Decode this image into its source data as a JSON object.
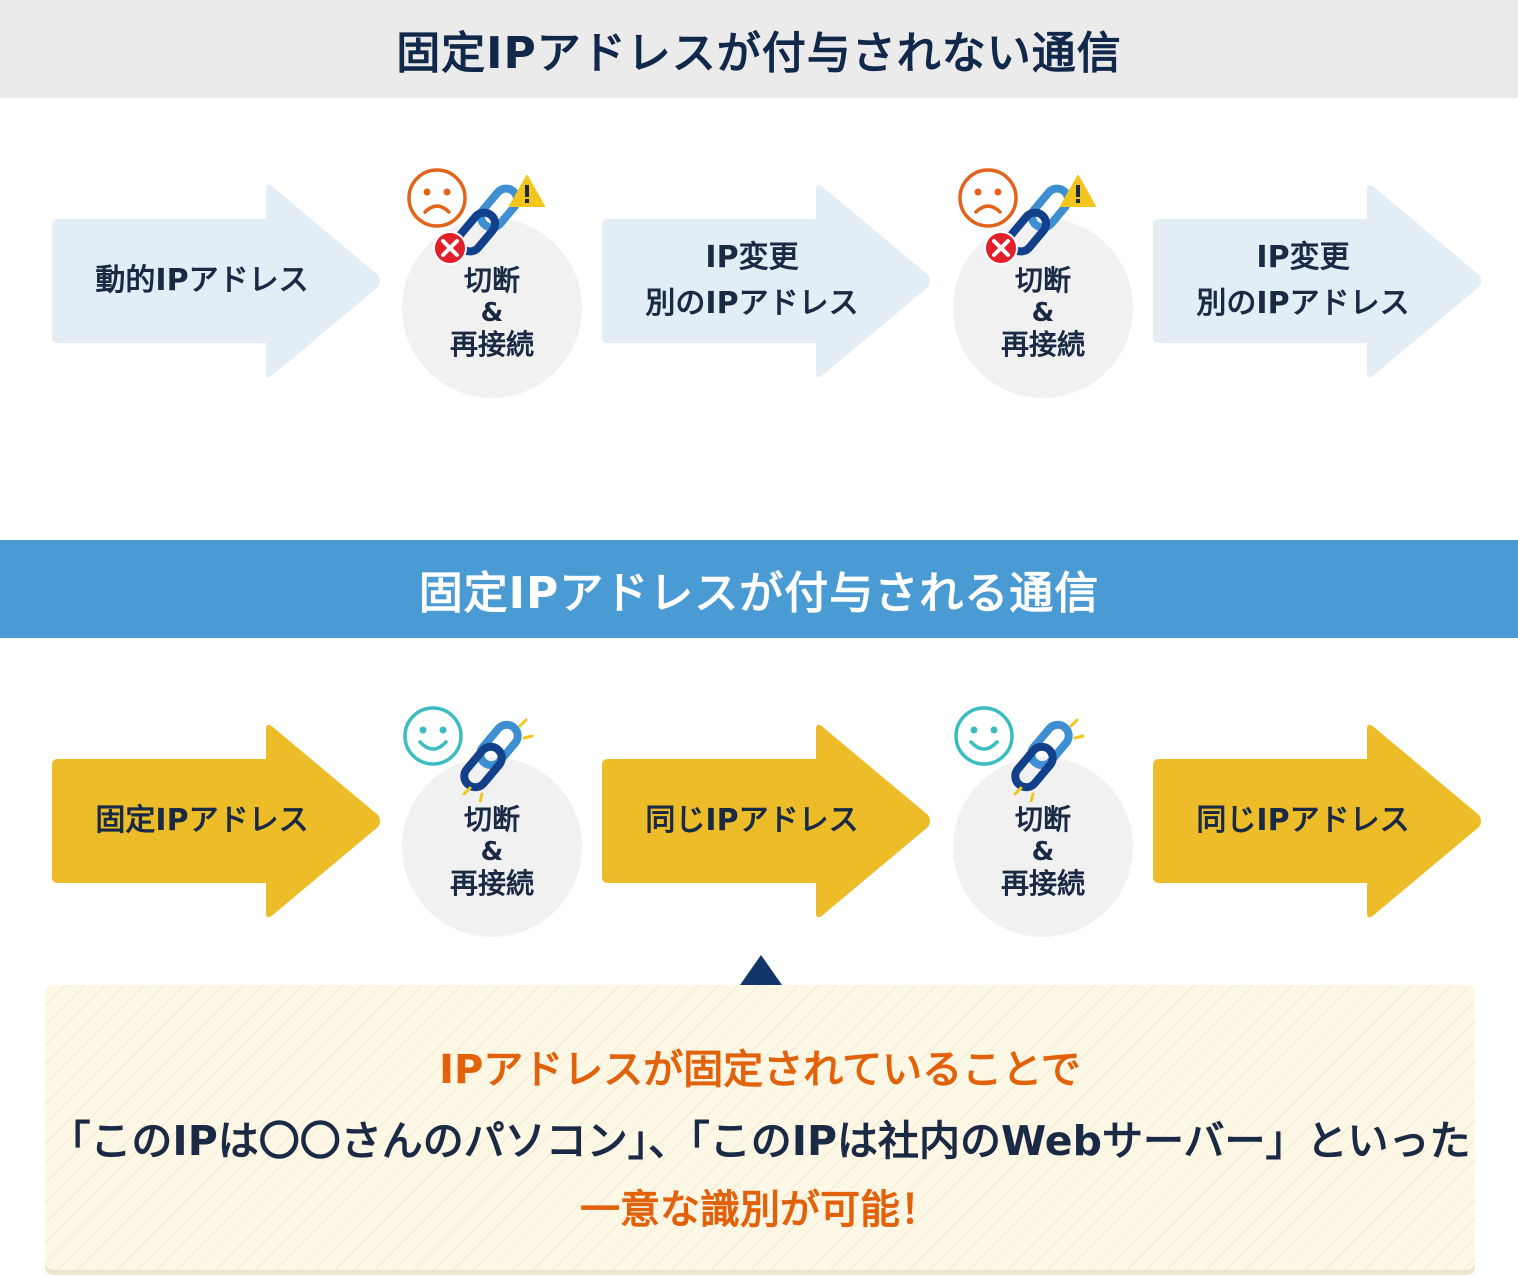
{
  "colors": {
    "top_bar_bg": "#ebebeb",
    "top_bar_text": "#12284a",
    "bottom_bar_bg": "#4a9ad4",
    "bottom_bar_text": "#ffffff",
    "arrow_light_blue": "#e3edf5",
    "arrow_yellow": "#ecbd29",
    "circle_bg": "#f1f1f1",
    "sad_face": "#e2631a",
    "happy_face": "#3bbcc0",
    "chain_dark": "#12408a",
    "chain_light": "#3d8fd1",
    "error_badge": "#e3202a",
    "warning_badge": "#f3c61f",
    "callout_bg": "#fdf7e6",
    "callout_orange": "#e2620c",
    "pointer": "#12356a"
  },
  "top_section": {
    "title": "固定IPアドレスが付与されない通信",
    "flow": [
      {
        "kind": "arrow",
        "lines": [
          "動的IPアドレス"
        ]
      },
      {
        "kind": "node",
        "lines": [
          "切断",
          "&",
          "再接続"
        ],
        "icons": [
          "sad-face-icon",
          "broken-chain-icon",
          "error-x-icon",
          "warning-icon"
        ]
      },
      {
        "kind": "arrow",
        "lines": [
          "IP変更",
          "別のIPアドレス"
        ]
      },
      {
        "kind": "node",
        "lines": [
          "切断",
          "&",
          "再接続"
        ],
        "icons": [
          "sad-face-icon",
          "broken-chain-icon",
          "error-x-icon",
          "warning-icon"
        ]
      },
      {
        "kind": "arrow",
        "lines": [
          "IP変更",
          "別のIPアドレス"
        ]
      }
    ]
  },
  "bottom_section": {
    "title": "固定IPアドレスが付与される通信",
    "flow": [
      {
        "kind": "arrow",
        "lines": [
          "固定IPアドレス"
        ]
      },
      {
        "kind": "node",
        "lines": [
          "切断",
          "&",
          "再接続"
        ],
        "icons": [
          "happy-face-icon",
          "linked-chain-icon"
        ]
      },
      {
        "kind": "arrow",
        "lines": [
          "同じIPアドレス"
        ]
      },
      {
        "kind": "node",
        "lines": [
          "切断",
          "&",
          "再接続"
        ],
        "icons": [
          "happy-face-icon",
          "linked-chain-icon"
        ]
      },
      {
        "kind": "arrow",
        "lines": [
          "同じIPアドレス"
        ]
      }
    ]
  },
  "callout": {
    "line1": "IPアドレスが固定されていることで",
    "line2": "「このIPは〇〇さんのパソコン」、「このIPは社内のWebサーバー」といった",
    "line3": "一意な識別が可能！"
  }
}
